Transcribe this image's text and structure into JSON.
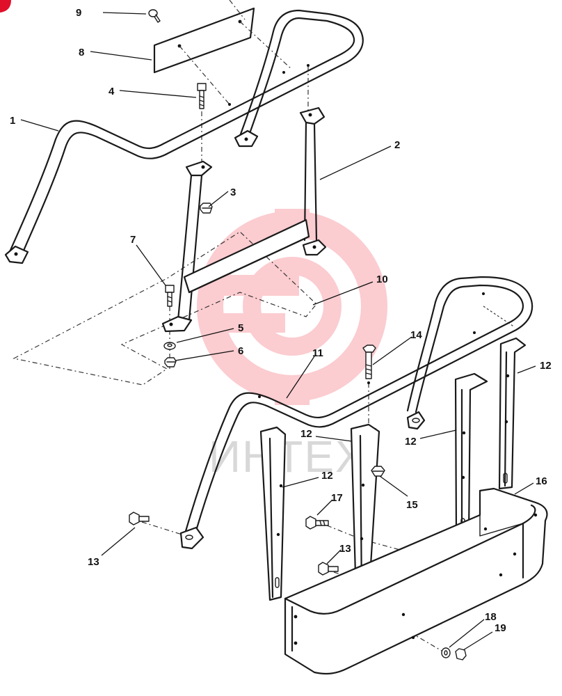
{
  "watermark": {
    "text": "ИНТЕХ",
    "color": "#f24b5a",
    "icon": "gear-emblem-icon"
  },
  "corner_badge_color": "#e0102a",
  "callouts": [
    {
      "id": "c9",
      "label": "9"
    },
    {
      "id": "c8",
      "label": "8"
    },
    {
      "id": "c4",
      "label": "4"
    },
    {
      "id": "c1",
      "label": "1"
    },
    {
      "id": "c2",
      "label": "2"
    },
    {
      "id": "c3",
      "label": "3"
    },
    {
      "id": "c7",
      "label": "7"
    },
    {
      "id": "c10",
      "label": "10"
    },
    {
      "id": "c5",
      "label": "5"
    },
    {
      "id": "c6",
      "label": "6"
    },
    {
      "id": "c11",
      "label": "11"
    },
    {
      "id": "c14",
      "label": "14"
    },
    {
      "id": "c12a",
      "label": "12"
    },
    {
      "id": "c12b",
      "label": "12"
    },
    {
      "id": "c12c",
      "label": "12"
    },
    {
      "id": "c12d",
      "label": "12"
    },
    {
      "id": "c16",
      "label": "16"
    },
    {
      "id": "c15",
      "label": "15"
    },
    {
      "id": "c17",
      "label": "17"
    },
    {
      "id": "c13a",
      "label": "13"
    },
    {
      "id": "c13b",
      "label": "13"
    },
    {
      "id": "c18",
      "label": "18"
    },
    {
      "id": "c19",
      "label": "19"
    }
  ]
}
